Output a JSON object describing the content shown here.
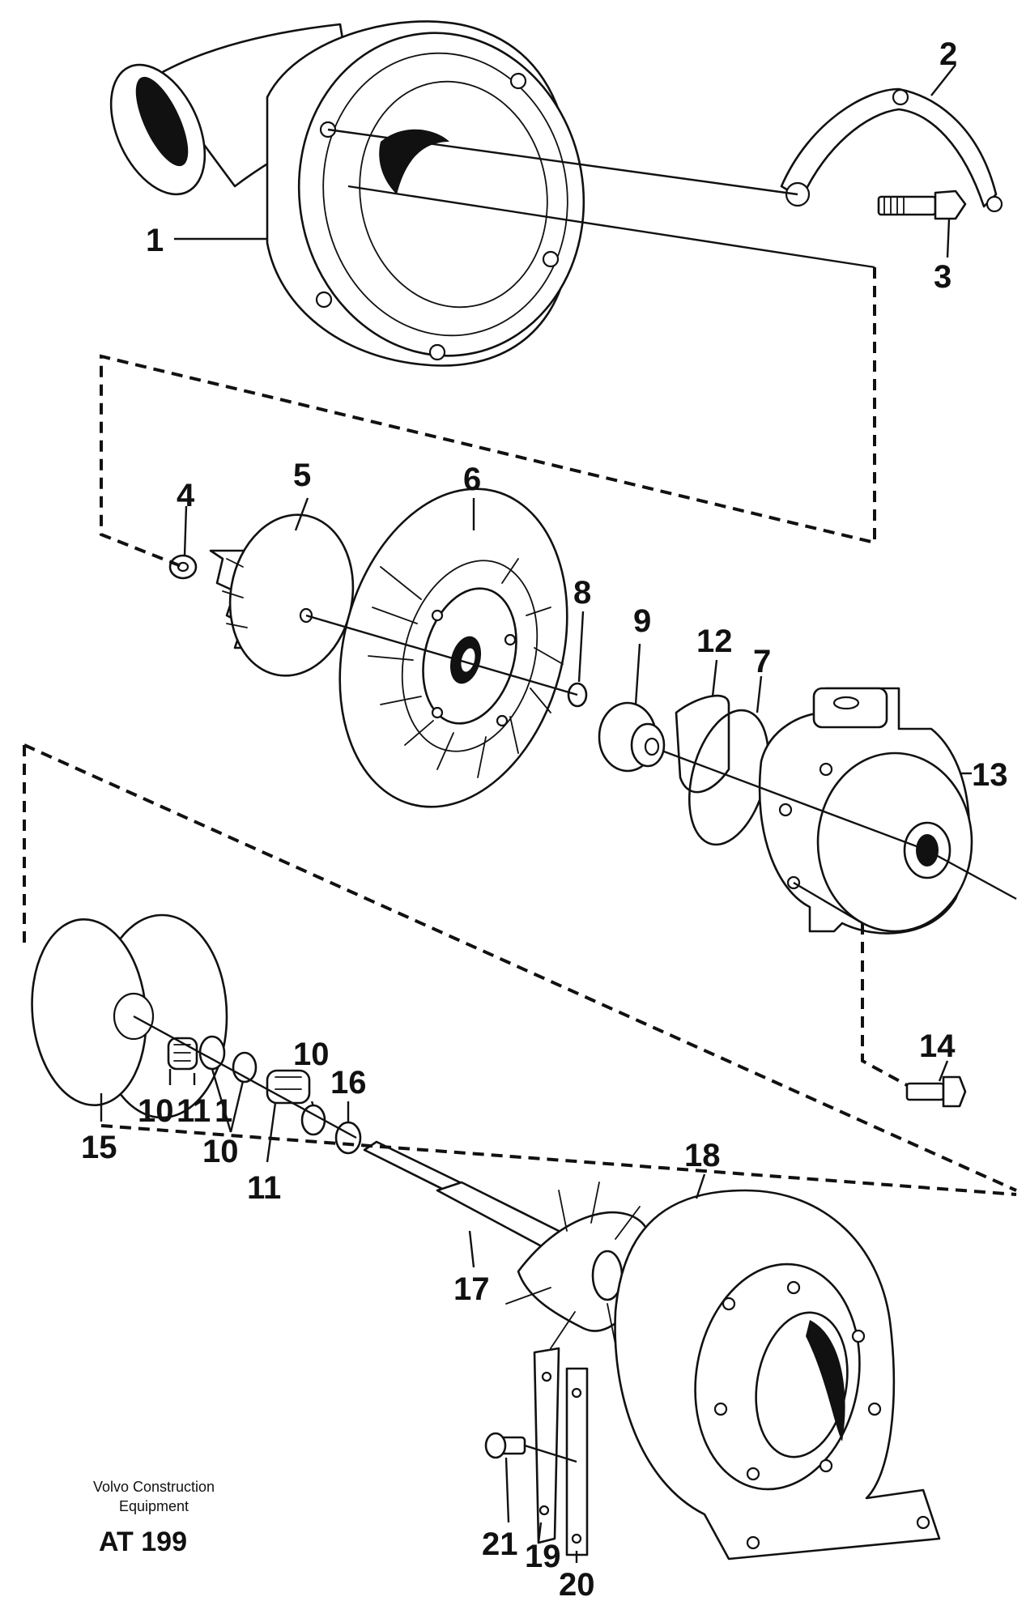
{
  "labels": [
    {
      "id": "label-1",
      "text": "1"
    },
    {
      "id": "label-2",
      "text": "2"
    },
    {
      "id": "label-3",
      "text": "3"
    },
    {
      "id": "label-4",
      "text": "4"
    },
    {
      "id": "label-5",
      "text": "5"
    },
    {
      "id": "label-6",
      "text": "6"
    },
    {
      "id": "label-7",
      "text": "7"
    },
    {
      "id": "label-8",
      "text": "8"
    },
    {
      "id": "label-9",
      "text": "9"
    },
    {
      "id": "label-12",
      "text": "12"
    },
    {
      "id": "label-13",
      "text": "13"
    },
    {
      "id": "label-14",
      "text": "14"
    },
    {
      "id": "label-15",
      "text": "15"
    },
    {
      "id": "label-10a",
      "text": "10"
    },
    {
      "id": "label-11a",
      "text": "11"
    },
    {
      "id": "label-10b",
      "text": "10"
    },
    {
      "id": "label-11b",
      "text": "11"
    },
    {
      "id": "label-10c",
      "text": "10"
    },
    {
      "id": "label-16",
      "text": "16"
    },
    {
      "id": "label-17",
      "text": "17"
    },
    {
      "id": "label-18",
      "text": "18"
    },
    {
      "id": "label-21",
      "text": "21"
    },
    {
      "id": "label-19",
      "text": "19"
    },
    {
      "id": "label-20",
      "text": "20"
    },
    {
      "id": "label-1b",
      "text": "1"
    }
  ],
  "footer": {
    "company_line1": "Volvo Construction",
    "company_line2": "Equipment",
    "code": "AT 199"
  }
}
